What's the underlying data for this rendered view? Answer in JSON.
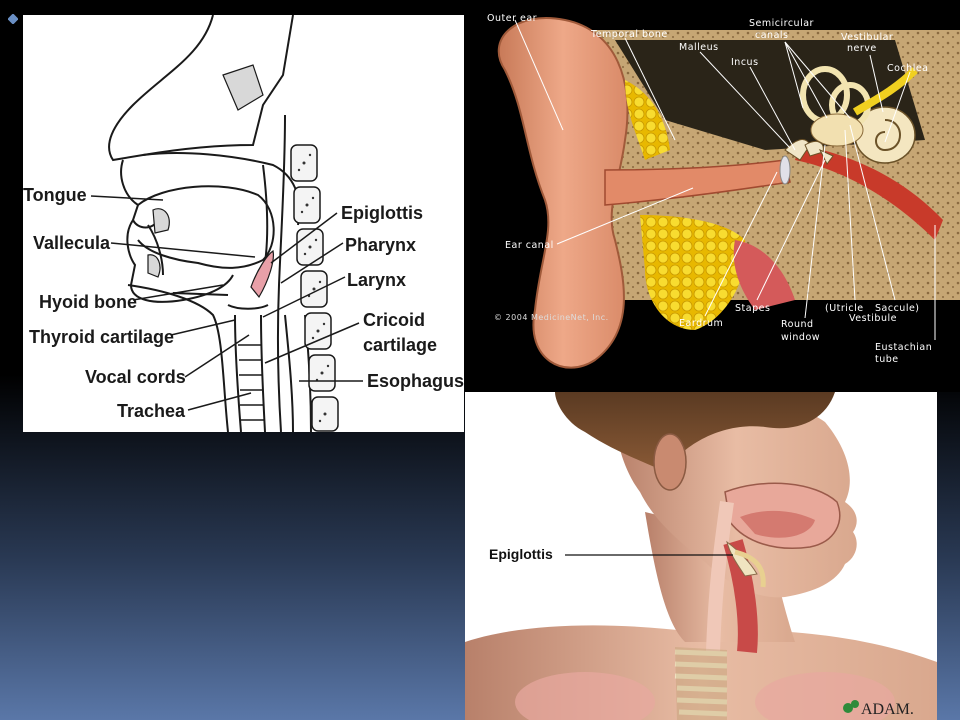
{
  "throat_diagram": {
    "labels": {
      "tongue": "Tongue",
      "vallecula": "Vallecula",
      "hyoid": "Hyoid bone",
      "thyroid": "Thyroid cartilage",
      "vocal": "Vocal cords",
      "trachea": "Trachea",
      "epiglottis": "Epiglottis",
      "pharynx": "Pharynx",
      "larynx": "Larynx",
      "cricoid_1": "Cricoid",
      "cricoid_2": "cartilage",
      "esophagus": "Esophagus"
    }
  },
  "ear_diagram": {
    "labels": {
      "outer_ear": "Outer ear",
      "temporal_bone": "Temporal bone",
      "malleus": "Malleus",
      "incus": "Incus",
      "semicircular_1": "Semicircular",
      "semicircular_2": "canals",
      "vestibular_1": "Vestibular",
      "vestibular_2": "nerve",
      "cochlea": "Cochlea",
      "ear_canal": "Ear canal",
      "eardrum": "Eardrum",
      "stapes": "Stapes",
      "round_1": "Round",
      "round_2": "window",
      "utricle": "(Utricle",
      "saccule": "Saccule)",
      "vestibule": "Vestibule",
      "eustachian_1": "Eustachian",
      "eustachian_2": "tube"
    },
    "copyright": "© 2004 MedicineNet, Inc."
  },
  "head_illustration": {
    "label": "Epiglottis",
    "logo": "ADAM."
  },
  "colors": {
    "bullet": "#6a8fc4",
    "ear_skin": "#e8a27a",
    "fat_yellow": "#f2d21a",
    "bone": "#c9a877"
  }
}
